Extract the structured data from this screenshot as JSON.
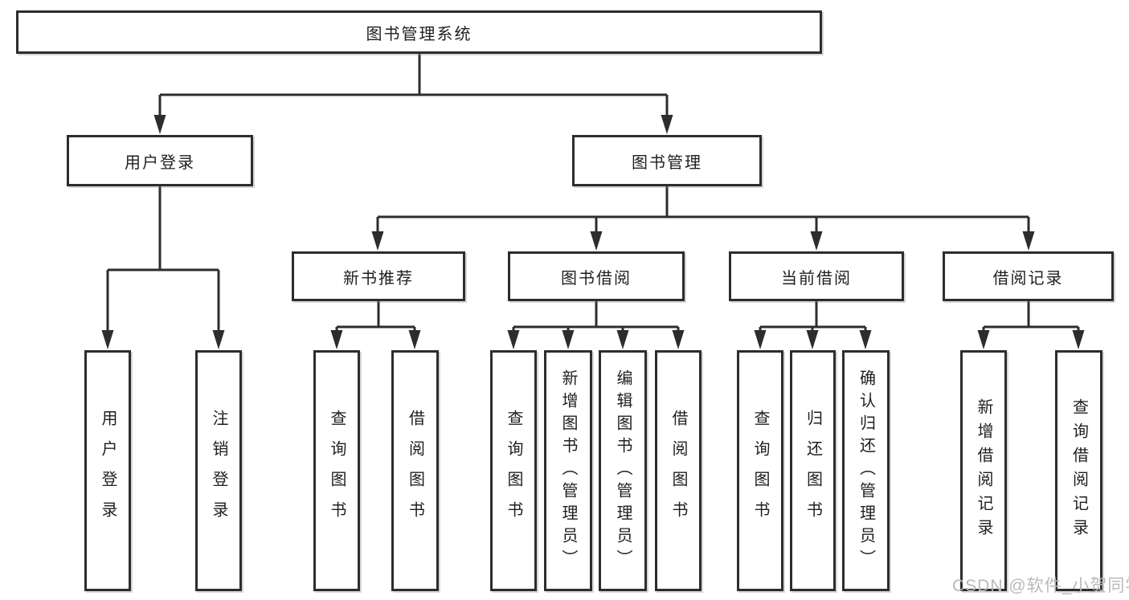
{
  "tree": {
    "label": "图书管理系统",
    "children": [
      {
        "label": "用户登录",
        "children": [
          {
            "label": "用户登录"
          },
          {
            "label": "注销登录"
          }
        ]
      },
      {
        "label": "图书管理",
        "children": [
          {
            "label": "新书推荐",
            "children": [
              {
                "label": "查询图书"
              },
              {
                "label": "借阅图书"
              }
            ]
          },
          {
            "label": "图书借阅",
            "children": [
              {
                "label": "查询图书"
              },
              {
                "label": "新增图书（管理员）"
              },
              {
                "label": "编辑图书（管理员）"
              },
              {
                "label": "借阅图书"
              }
            ]
          },
          {
            "label": "当前借阅",
            "children": [
              {
                "label": "查询图书"
              },
              {
                "label": "归还图书"
              },
              {
                "label": "确认归还（管理员）"
              }
            ]
          },
          {
            "label": "借阅记录",
            "children": [
              {
                "label": "新增借阅记录"
              },
              {
                "label": "查询借阅记录"
              }
            ]
          }
        ]
      }
    ]
  },
  "watermark": {
    "text": "CSDN @软件_小贺同学"
  },
  "colors": {
    "line": "#2d2d2d",
    "text": "#1f1f1f",
    "background": "#ffffff",
    "watermark": "#b9b9b9"
  }
}
